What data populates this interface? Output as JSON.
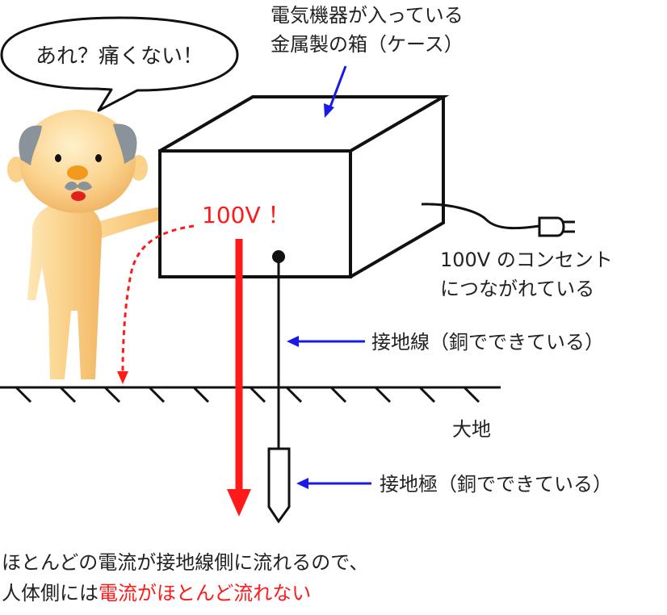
{
  "speech_bubble": {
    "text": "あれ？痛くない！"
  },
  "case_label": {
    "line1": "電気機器が入っている",
    "line2": "金属製の箱（ケース）"
  },
  "voltage_label": {
    "text": "100V ！"
  },
  "outlet_label": {
    "line1": "100V のコンセント",
    "line2": "につながれている"
  },
  "ground_wire_label": {
    "text": "接地線（銅でできている）"
  },
  "earth_label": {
    "text": "大地"
  },
  "ground_electrode_label": {
    "text": "接地極（銅でできている）"
  },
  "caption": {
    "line1": "ほとんどの電流が接地線側に流れるので、",
    "line2_black": "人体側には",
    "line2_red": "電流がほとんど流れない"
  },
  "colors": {
    "red": "#ff1a1a",
    "blue": "#1a1ae6",
    "skin": "#fbd28c",
    "hair": "#8a929a",
    "line": "#111111"
  }
}
